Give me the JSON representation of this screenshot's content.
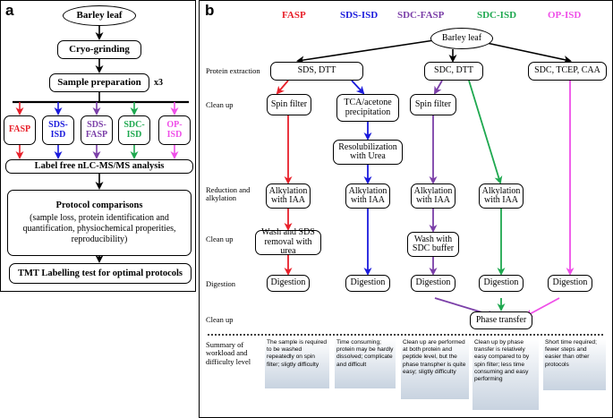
{
  "panel_a": {
    "letter": "a",
    "start": "Barley leaf",
    "step1": "Cryo-grinding",
    "step2": "Sample preparation",
    "x3": "x3",
    "methods": [
      {
        "name": "FASP",
        "color": "#e8202a"
      },
      {
        "name": "SDS-\nISD",
        "color": "#1a1adc"
      },
      {
        "name": "SDS-\nFASP",
        "color": "#7b3fa8"
      },
      {
        "name": "SDC-\nISD",
        "color": "#1ea84f"
      },
      {
        "name": "OP-\nISD",
        "color": "#ef4fe8"
      }
    ],
    "analysis": "Label free nLC-MS/MS analysis",
    "comparison_title": "Protocol comparisons",
    "comparison_text": "(sample loss, protein identification and quantification, physiochemical properities, reproducibility)",
    "tmt": "TMT Labelling test for optimal protocols"
  },
  "panel_b": {
    "letter": "b",
    "headers": [
      {
        "name": "FASP",
        "color": "#e8202a"
      },
      {
        "name": "SDS-ISD",
        "color": "#1a1adc"
      },
      {
        "name": "SDC-FASP",
        "color": "#7b3fa8"
      },
      {
        "name": "SDC-ISD",
        "color": "#1ea84f"
      },
      {
        "name": "OP-ISD",
        "color": "#ef4fe8"
      }
    ],
    "start": "Barley leaf",
    "row_labels": {
      "extraction": "Protein extraction",
      "cleanup1": "Clean up",
      "reduction": "Reduction and\nalkylation",
      "cleanup2": "Clean up",
      "digestion": "Digestion",
      "cleanup3": "Clean up",
      "summary": "Summary of\nworkload and\ndifficulty level"
    },
    "extraction": [
      "SDS, DTT",
      "SDC, DTT",
      "SDC, TCEP, CAA"
    ],
    "cleanup1": [
      "Spin filter",
      "TCA/acetone\nprecipitation",
      "Spin filter"
    ],
    "resolubilization": "Resolubilization\nwith Urea",
    "alkylation": [
      "Alkylation\nwith IAA",
      "Alkylation\nwith IAA",
      "Alkylation\nwith IAA",
      "Alkylation\nwith IAA"
    ],
    "wash": [
      "Wash and SDS\nremoval with urea",
      "Wash with\nSDC buffer"
    ],
    "digestion": [
      "Digestion",
      "Digestion",
      "Digestion",
      "Digestion",
      "Digestion"
    ],
    "phase_transfer": "Phase transfer",
    "summaries": [
      "The sample is required to be washed repeatedly on spin filter; sligtly difficulty",
      "Time consuming; protein may be hardly dissolved; complicate and difficult",
      "Clean up are performed at both protein and peptide level, but the phase transpher is quite easy; sligtly difficulty",
      "Clean up by phase transfer is relatively easy compared to by spin filter; less time consuming and easy performing",
      "Short time required; fewer steps and easier than other protocols"
    ]
  }
}
